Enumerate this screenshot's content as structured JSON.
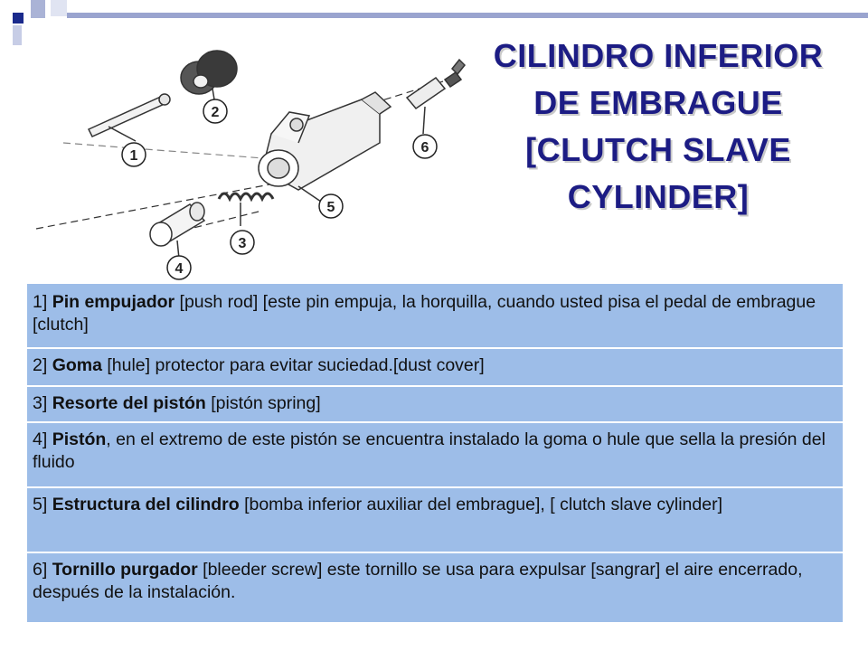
{
  "slide": {
    "title_lines": [
      "CILINDRO INFERIOR",
      "DE EMBRAGUE",
      "[CLUTCH SLAVE",
      "CYLINDER]"
    ],
    "diagram": {
      "callouts": [
        "1",
        "2",
        "3",
        "4",
        "5",
        "6"
      ]
    },
    "rows": [
      {
        "num": "1]",
        "bold": "Pin empujador",
        "text": " [push rod] [este pin empuja, la horquilla, cuando usted pisa el pedal de embrague [clutch]"
      },
      {
        "num": "2]",
        "bold": "Goma",
        "text": " [hule] protector para evitar suciedad.[dust cover]"
      },
      {
        "num": "3]",
        "bold": "Resorte del pistón",
        "text": " [pistón spring]"
      },
      {
        "num": "4]",
        "bold": "Pistón",
        "text": ", en el extremo de este pistón se encuentra instalado la goma o hule que sella la presión del fluido"
      },
      {
        "num": "5]",
        "bold": "Estructura del cilindro",
        "text": " [bomba inferior auxiliar del embrague], [ clutch slave cylinder]"
      },
      {
        "num": "6]",
        "bold": "Tornillo purgador",
        "text": " [bleeder screw] este tornillo se usa para expulsar [sangrar] el aire encerrado, después de la instalación."
      }
    ]
  }
}
